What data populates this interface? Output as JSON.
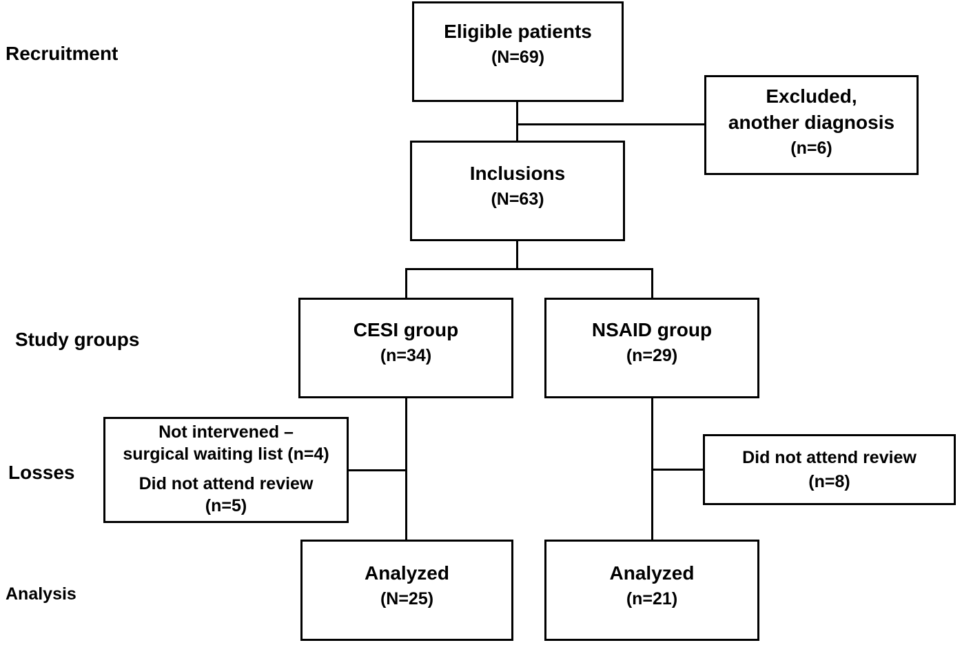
{
  "labels": {
    "recruitment": "Recruitment",
    "study_groups": "Study groups",
    "losses": "Losses",
    "analysis": "Analysis"
  },
  "boxes": {
    "eligible": {
      "title": "Eligible patients",
      "count": "(N=69)"
    },
    "excluded": {
      "line1": "Excluded,",
      "line2": "another diagnosis",
      "count": "(n=6)"
    },
    "inclusions": {
      "title": "Inclusions",
      "count": "(N=63)"
    },
    "cesi": {
      "title": "CESI group",
      "count": "(n=34)"
    },
    "nsaid": {
      "title": "NSAID group",
      "count": "(n=29)"
    },
    "losses_cesi": {
      "entry1_line1": "Not intervened –",
      "entry1_line2": "surgical waiting list (n=4)",
      "entry2_line1": "Did not attend review",
      "entry2_line2": "(n=5)"
    },
    "losses_nsaid": {
      "line1": "Did not attend review",
      "count": "(n=8)"
    },
    "analyzed_cesi": {
      "title": "Analyzed",
      "count": "(N=25)"
    },
    "analyzed_nsaid": {
      "title": "Analyzed",
      "count": "(n=21)"
    }
  },
  "colors": {
    "line": "#000000",
    "text": "#000000",
    "background": "#ffffff"
  }
}
